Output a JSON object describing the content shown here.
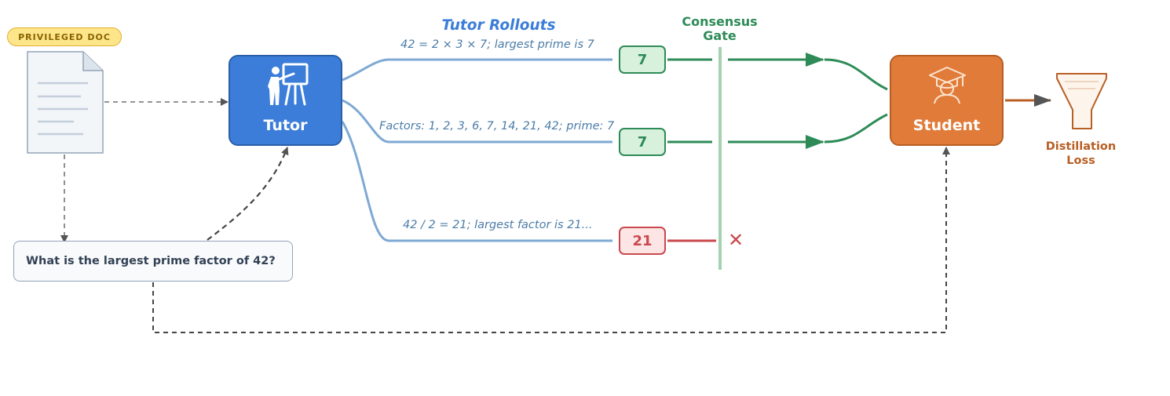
{
  "doc_badge": "PRIVILEGED DOC",
  "question": "What is the largest prime factor of 42?",
  "tutor": {
    "label": "Tutor"
  },
  "student": {
    "label": "Student"
  },
  "rollouts": {
    "title": "Tutor Rollouts",
    "items": [
      {
        "reasoning": "42 = 2 × 3 × 7; largest prime is 7",
        "answer": "7",
        "accepted": true
      },
      {
        "reasoning": "Factors: 1, 2, 3, 6, 7, 14, 21, 42; prime: 7",
        "answer": "7",
        "accepted": true
      },
      {
        "reasoning": "42 / 2 = 21; largest factor is 21...",
        "answer": "21",
        "accepted": false
      }
    ]
  },
  "gate": {
    "line1": "Consensus",
    "line2": "Gate"
  },
  "loss": {
    "line1": "Distillation",
    "line2": "Loss"
  },
  "reject_mark": "✕",
  "colors": {
    "tutor": "#3b7dd8",
    "student": "#e07b39",
    "accepted": "#2e8b57",
    "rejected": "#c9494d",
    "rollout_line": "#7ea9d4",
    "gate_bar": "#a3d2b0"
  }
}
